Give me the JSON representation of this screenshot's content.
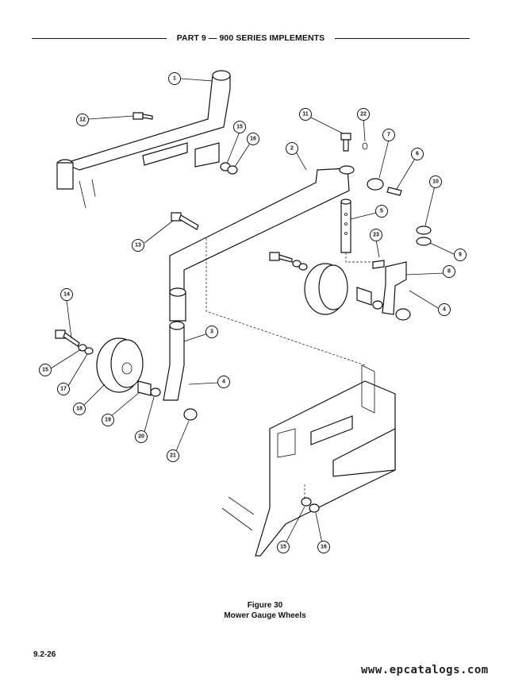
{
  "header": {
    "title": "PART 9 — 900 SERIES IMPLEMENTS"
  },
  "figure": {
    "number": "Figure 30",
    "name": "Mower Gauge Wheels"
  },
  "page_number": "9.2-26",
  "website": "www.epcatalogs.com",
  "callouts": [
    {
      "label": "1"
    },
    {
      "label": "12"
    },
    {
      "label": "15"
    },
    {
      "label": "16"
    },
    {
      "label": "2"
    },
    {
      "label": "11"
    },
    {
      "label": "22"
    },
    {
      "label": "7"
    },
    {
      "label": "6"
    },
    {
      "label": "10"
    },
    {
      "label": "5"
    },
    {
      "label": "23"
    },
    {
      "label": "9"
    },
    {
      "label": "8"
    },
    {
      "label": "4"
    },
    {
      "label": "13"
    },
    {
      "label": "14"
    },
    {
      "label": "3"
    },
    {
      "label": "15"
    },
    {
      "label": "17"
    },
    {
      "label": "18"
    },
    {
      "label": "19"
    },
    {
      "label": "20"
    },
    {
      "label": "21"
    },
    {
      "label": "4"
    },
    {
      "label": "15"
    },
    {
      "label": "16"
    }
  ]
}
